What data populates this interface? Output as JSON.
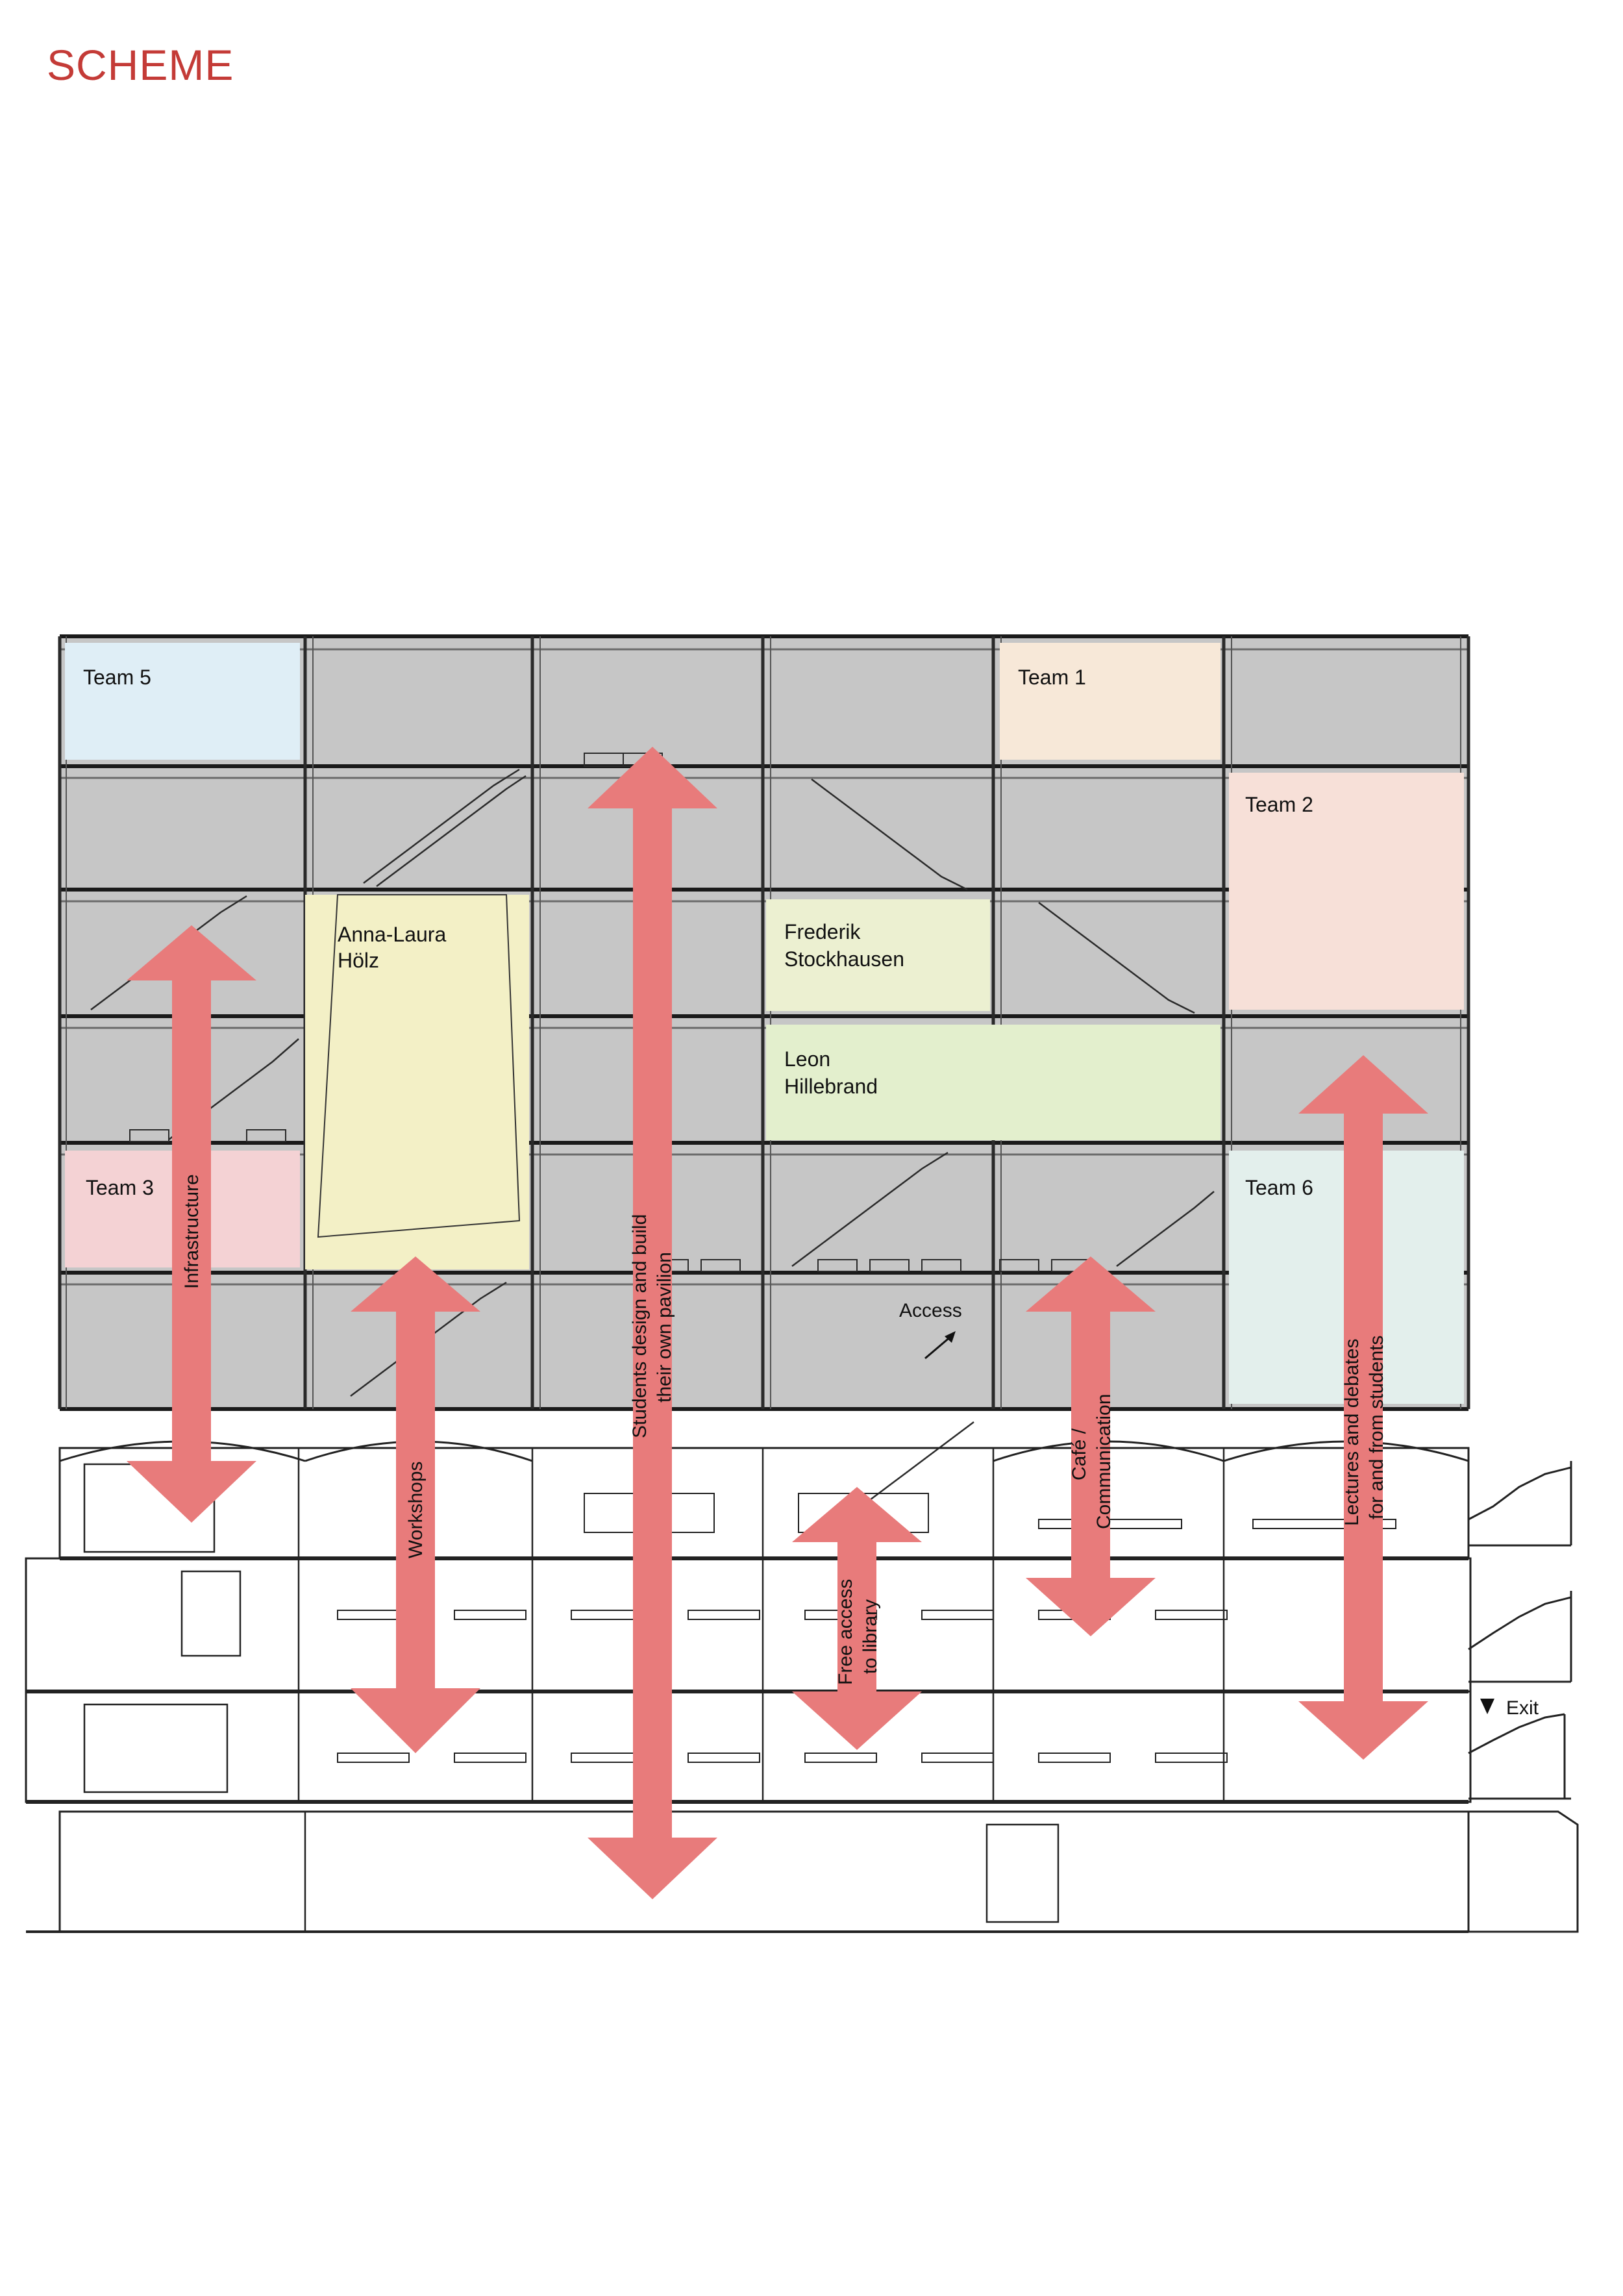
{
  "title": "SCHEME",
  "zones": {
    "team5": "Team 5",
    "team1": "Team 1",
    "team2": "Team 2",
    "team3": "Team 3",
    "team6": "Team 6",
    "anna_line1": "Anna-Laura",
    "anna_line2": "Hölz",
    "frederik_line1": "Frederik",
    "frederik_line2": "Stockhausen",
    "leon_line1": "Leon",
    "leon_line2": "Hillebrand"
  },
  "arrows": {
    "infrastructure": "Infrastructure",
    "workshops": "Workshops",
    "students_line1": "Students design and build",
    "students_line2": "their own pavilion",
    "library_line1": "Free access",
    "library_line2": "to library",
    "cafe_line1": "Café /",
    "cafe_line2": "Communication",
    "lectures_line1": "Lectures and debates",
    "lectures_line2": "for and from students"
  },
  "annotations": {
    "access": "Access",
    "exit": "Exit"
  },
  "colors": {
    "title": "#c43b37",
    "arrow": "#e87b7b",
    "floor_grey": "#c6c6c6",
    "team5": "#dfeef6",
    "team1": "#f7e8d8",
    "team2": "#f7e0d8",
    "team3": "#f4d2d4",
    "team6": "#e3efec",
    "anna": "#f3f0c6",
    "frederik": "#ecf0d1",
    "leon": "#e3efcd"
  }
}
